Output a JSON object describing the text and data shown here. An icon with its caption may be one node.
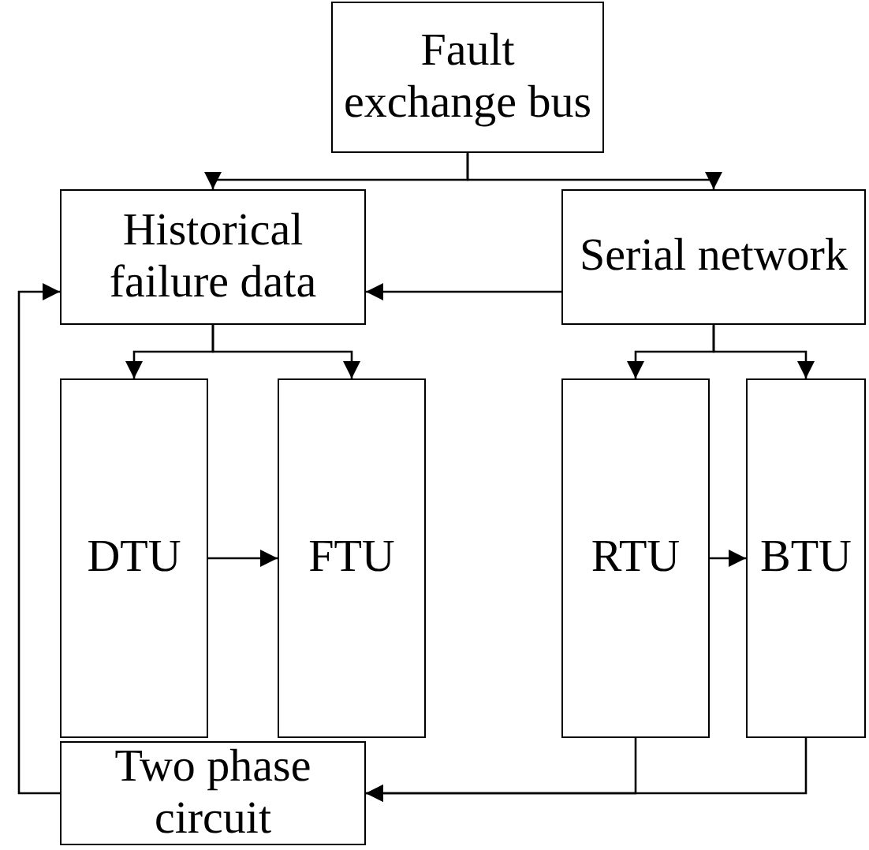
{
  "diagram": {
    "nodes": [
      {
        "text": [
          "Fault exchange bus"
        ]
      },
      {
        "text": [
          "Historical failure data"
        ]
      },
      {
        "text": [
          "Serial network"
        ]
      },
      {
        "text": [
          "DTU"
        ]
      },
      {
        "text": [
          "FTU"
        ]
      },
      {
        "text": [
          "RTU"
        ]
      },
      {
        "text": [
          "BTU"
        ]
      },
      {
        "text": [
          "Two phase circuit"
        ]
      }
    ],
    "edges": [
      {
        "from": 0,
        "to": 1,
        "arrow": "to"
      },
      {
        "from": 0,
        "to": 2,
        "arrow": "to"
      },
      {
        "from": 2,
        "to": 1,
        "arrow": "to"
      },
      {
        "from": 1,
        "to": 3,
        "arrow": "to"
      },
      {
        "from": 1,
        "to": 4,
        "arrow": "to"
      },
      {
        "from": 2,
        "to": 5,
        "arrow": "to"
      },
      {
        "from": 2,
        "to": 6,
        "arrow": "to"
      },
      {
        "from": 3,
        "to": 4,
        "arrow": "to"
      },
      {
        "from": 5,
        "to": 6,
        "arrow": "to"
      },
      {
        "from": 5,
        "to": 7,
        "arrow": "to"
      },
      {
        "from": 6,
        "to": 7,
        "arrow": "to"
      },
      {
        "from": 7,
        "to": 1,
        "arrow": "to"
      }
    ]
  }
}
